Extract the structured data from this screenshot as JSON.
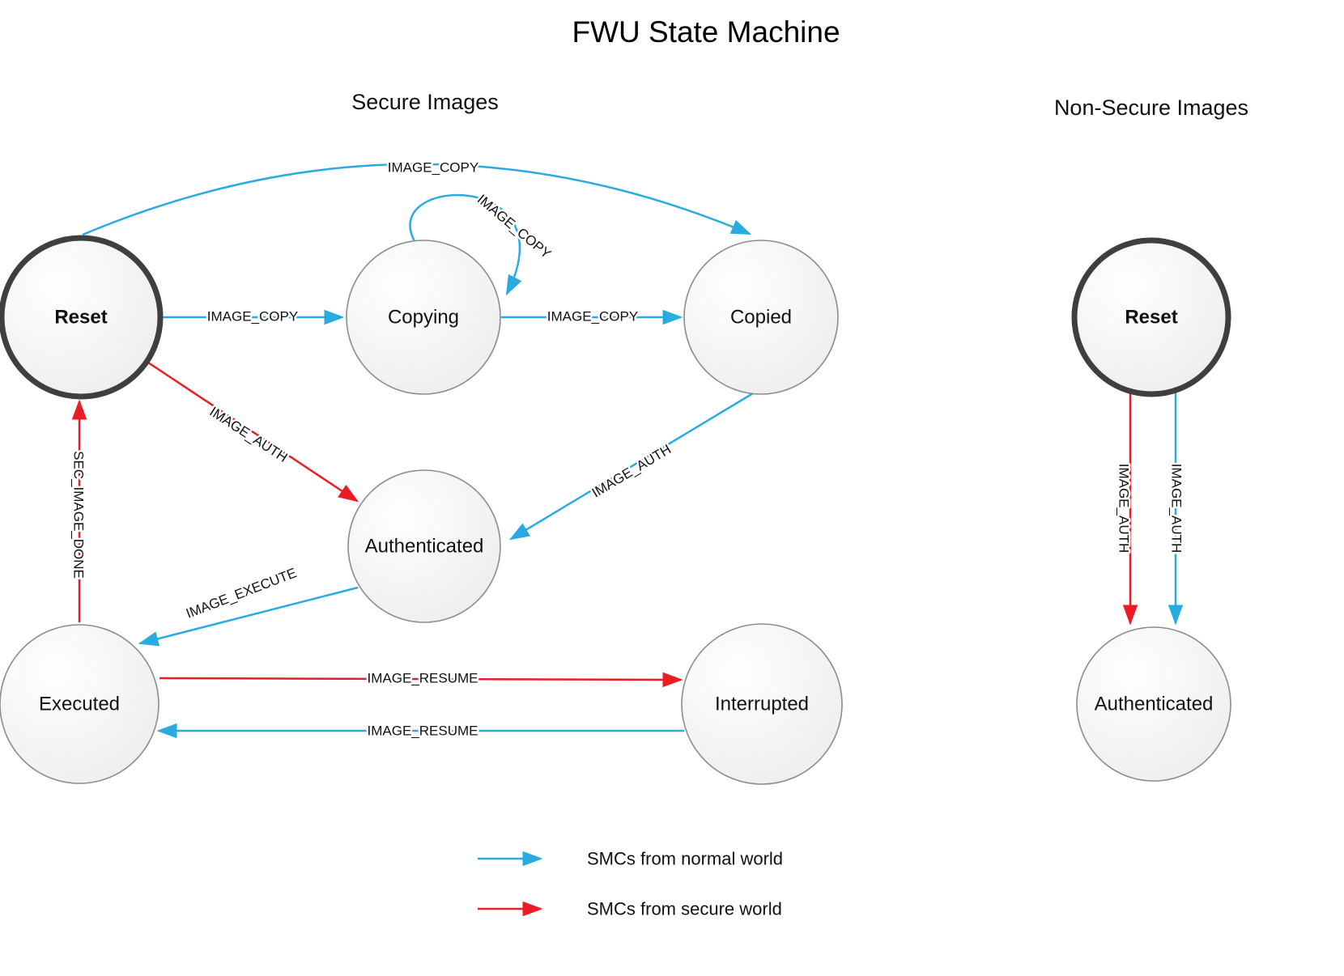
{
  "title": "FWU State Machine",
  "sections": {
    "secure": "Secure Images",
    "non_secure": "Non-Secure Images"
  },
  "colors": {
    "normal_world": "#29ABE2",
    "secure_world": "#EC1C24",
    "state_border": "#8C8C8C",
    "reset_border": "#3F3F3F"
  },
  "states": {
    "secure_reset": "Reset",
    "copying": "Copying",
    "copied": "Copied",
    "authenticated": "Authenticated",
    "executed": "Executed",
    "interrupted": "Interrupted",
    "ns_reset": "Reset",
    "ns_authenticated": "Authenticated"
  },
  "transitions": {
    "reset_copied_top": "IMAGE_COPY",
    "copying_self": "IMAGE_COPY",
    "reset_copying": "IMAGE_COPY",
    "copying_copied": "IMAGE_COPY",
    "reset_authenticated": "IMAGE_AUTH",
    "copied_authenticated": "IMAGE_AUTH",
    "authenticated_executed": "IMAGE_EXECUTE",
    "executed_reset": "SEC_IMAGE_DONE",
    "executed_interrupted": "IMAGE_RESUME",
    "interrupted_executed": "IMAGE_RESUME",
    "ns_reset_auth_secure": "IMAGE_AUTH",
    "ns_reset_auth_normal": "IMAGE_AUTH"
  },
  "legend": {
    "normal_world": "SMCs from normal world",
    "secure_world": "SMCs from secure world"
  }
}
